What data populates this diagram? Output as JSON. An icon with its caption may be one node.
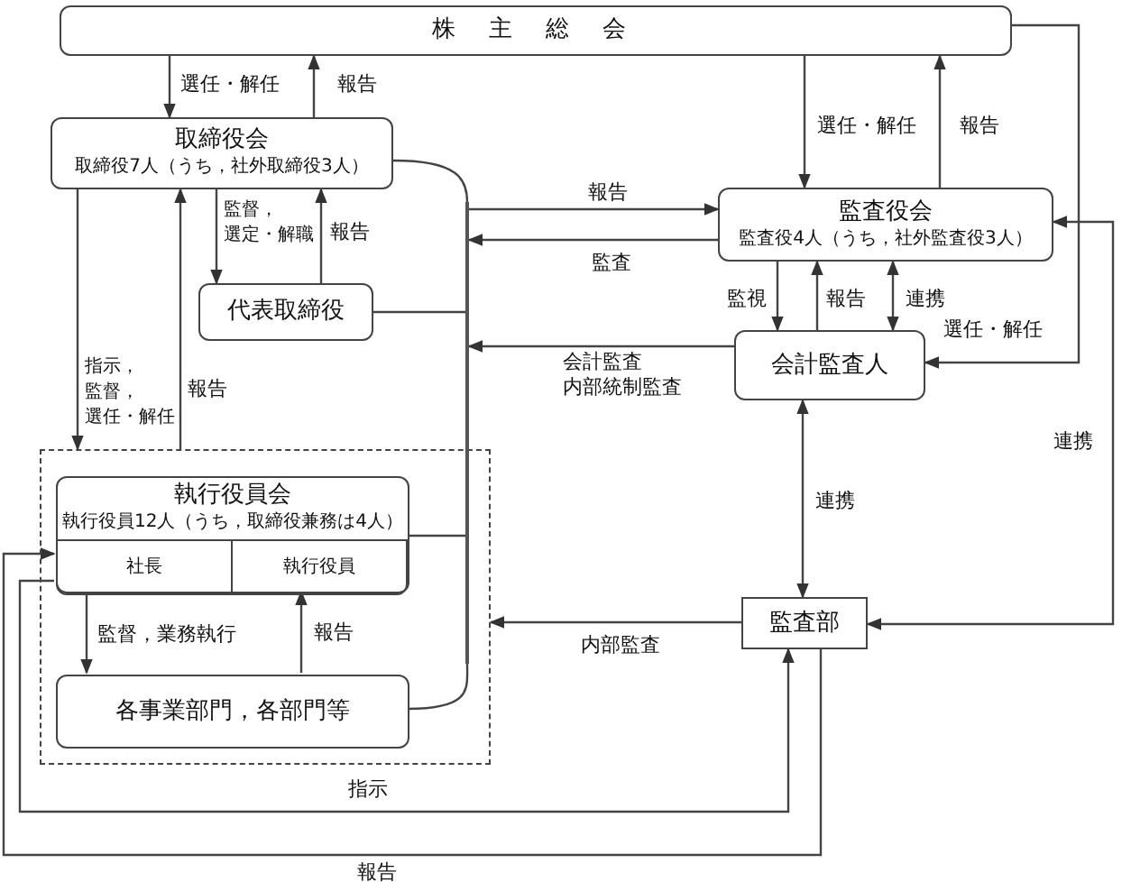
{
  "diagram": {
    "nodes": [
      {
        "text": [
          "株 主 総 会"
        ]
      },
      {
        "text": [
          "取締役会",
          "取締役7人（うち，社外取締役3人）"
        ]
      },
      {
        "text": [
          "代表取締役"
        ]
      },
      {
        "text": [
          "監査役会",
          "監査役4人（うち，社外監査役3人）"
        ]
      },
      {
        "text": [
          "会計監査人"
        ]
      },
      {
        "text": [],
        "shape": "box"
      },
      {
        "text": [
          "執行役員会",
          "執行役員12人（うち，取締役兼務は4人）"
        ],
        "in": 5
      },
      {
        "text": [
          "社長"
        ],
        "in": 6
      },
      {
        "text": [
          "執行役員"
        ],
        "in": 6
      },
      {
        "text": [
          "各事業部門，各部門等"
        ],
        "in": 5
      },
      {
        "text": [
          "監査部"
        ]
      },
      {
        "text": [],
        "shape": "bar"
      }
    ],
    "edges": [
      {
        "from": 0,
        "to": 1,
        "arrow": "to",
        "label": "選任・解任"
      },
      {
        "from": 1,
        "to": 0,
        "arrow": "to",
        "label": "報告"
      },
      {
        "from": 0,
        "to": 3,
        "arrow": "to",
        "label": "選任・解任"
      },
      {
        "from": 3,
        "to": 0,
        "arrow": "to",
        "label": "報告"
      },
      {
        "from": 0,
        "to": 4,
        "arrow": "to",
        "label": "選任・解任"
      },
      {
        "from": 1,
        "to": 2,
        "arrow": "to",
        "label": "監督，選定・解職"
      },
      {
        "from": 2,
        "to": 1,
        "arrow": "to",
        "label": "報告"
      },
      {
        "from": 11,
        "to": 3,
        "arrow": "to",
        "label": "報告"
      },
      {
        "from": 3,
        "to": 11,
        "arrow": "to",
        "label": "監査"
      },
      {
        "from": 1,
        "to": 11,
        "arrow": "none"
      },
      {
        "from": 2,
        "to": 11,
        "arrow": "none"
      },
      {
        "from": 4,
        "to": 11,
        "arrow": "to",
        "label": "会計監査内部統制監査"
      },
      {
        "from": 6,
        "to": 11,
        "arrow": "none"
      },
      {
        "from": 9,
        "to": 11,
        "arrow": "none"
      },
      {
        "from": 10,
        "to": 5,
        "arrow": "to",
        "label": "内部監査"
      },
      {
        "from": 3,
        "to": 4,
        "arrow": "to",
        "label": "監視"
      },
      {
        "from": 4,
        "to": 3,
        "arrow": "to",
        "label": "報告"
      },
      {
        "from": 3,
        "to": 4,
        "arrow": "both",
        "label": "連携"
      },
      {
        "from": 4,
        "to": 10,
        "arrow": "both",
        "label": "連携"
      },
      {
        "from": 3,
        "to": 10,
        "arrow": "both",
        "label": "連携"
      },
      {
        "from": 1,
        "to": 5,
        "arrow": "to",
        "label": "指示，監督，選任・解任"
      },
      {
        "from": 5,
        "to": 1,
        "arrow": "to",
        "label": "報告"
      },
      {
        "from": 7,
        "to": 9,
        "arrow": "to",
        "label": "監督，業務執行"
      },
      {
        "from": 9,
        "to": 8,
        "arrow": "to",
        "label": "報告"
      },
      {
        "from": 7,
        "to": 10,
        "arrow": "to",
        "label": "指示"
      },
      {
        "from": 10,
        "to": 7,
        "arrow": "to",
        "label": "報告"
      }
    ]
  }
}
